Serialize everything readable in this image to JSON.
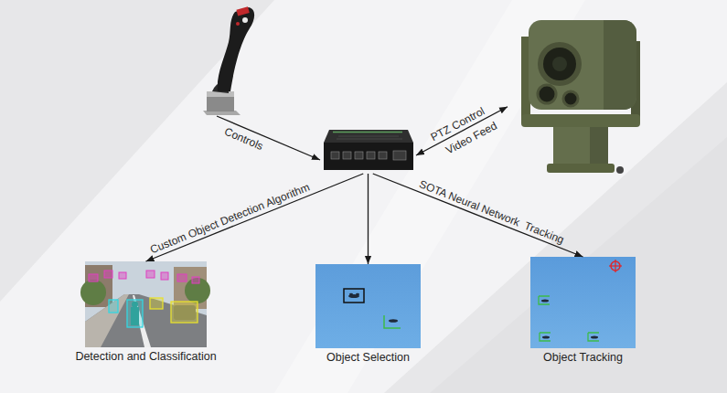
{
  "diagram": {
    "nodes": [
      {
        "text": []
      },
      {
        "text": []
      },
      {
        "text": []
      },
      {
        "text": [
          "Detection and Classification"
        ]
      },
      {
        "text": [
          "Object Selection"
        ]
      },
      {
        "text": [
          "Object Tracking"
        ]
      }
    ],
    "edges": [
      {
        "from": 0,
        "to": 1,
        "arrow": "to",
        "label": "Controls"
      },
      {
        "from": 1,
        "to": 2,
        "arrow": "both",
        "label": "PTZ Control"
      },
      {
        "from": 1,
        "to": 3,
        "arrow": "to",
        "label": "Custom Object Detection Algorithm"
      },
      {
        "from": 1,
        "to": 4,
        "arrow": "to"
      },
      {
        "from": 1,
        "to": 5,
        "arrow": "to",
        "label": "SOTA Neural Network  Tracking"
      }
    ],
    "labels": [
      "Video Feed"
    ]
  }
}
